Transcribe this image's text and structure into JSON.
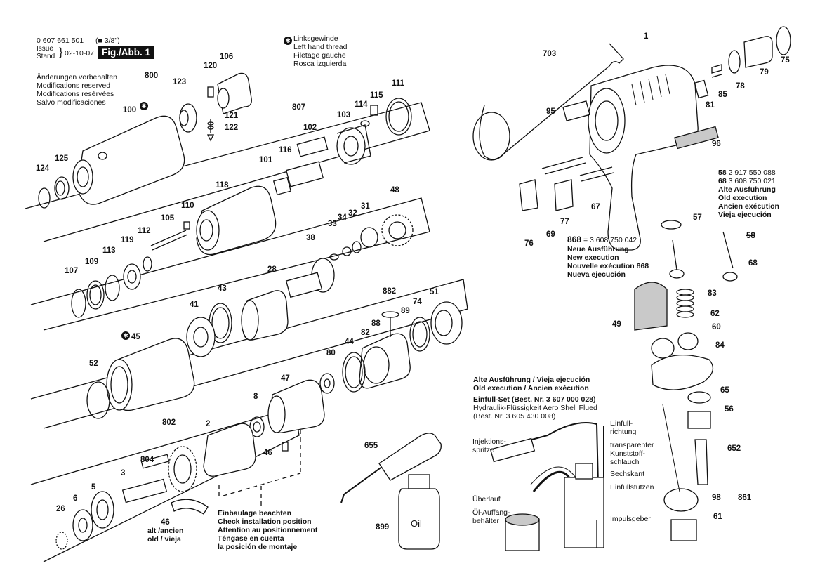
{
  "header": {
    "part_number": "0 607 661 501",
    "drive_size": "(■ 3/8\")",
    "issue_label": "Issue\nStand",
    "issue_date": "02-10-07",
    "fig_label": "Fig./Abb. 1",
    "left_hand_thread_lines": [
      "Linksgewinde",
      "Left hand thread",
      "Filetage gauche",
      "Rosca izquierda"
    ],
    "modification_lines": [
      "Änderungen vorbehalten",
      "Modifications reserved",
      "Modifications resérvées",
      "Salvo modificaciones"
    ]
  },
  "part_numbers": [
    "800",
    "123",
    "120",
    "106",
    "100",
    "121",
    "122",
    "807",
    "102",
    "115",
    "114",
    "103",
    "111",
    "116",
    "101",
    "125",
    "124",
    "118",
    "110",
    "105",
    "112",
    "107",
    "109",
    "113",
    "119",
    "48",
    "31",
    "34",
    "32",
    "33",
    "38",
    "28",
    "43",
    "41",
    "45",
    "52",
    "882",
    "51",
    "88",
    "89",
    "74",
    "82",
    "44",
    "80",
    "47",
    "8",
    "802",
    "2",
    "46",
    "804",
    "3",
    "5",
    "6",
    "26",
    "703",
    "1",
    "95",
    "96",
    "81",
    "85",
    "78",
    "79",
    "75",
    "76",
    "69",
    "77",
    "67",
    "57",
    "58",
    "68",
    "868",
    "83",
    "49",
    "62",
    "60",
    "84",
    "65",
    "56",
    "652",
    "98",
    "861",
    "61",
    "655",
    "899"
  ],
  "alt_labels": {
    "part46_alt": [
      "alt /ancien",
      "old / vieja"
    ]
  },
  "install_note_lines": [
    "Einbaulage beachten",
    "Check installation position",
    "Attention au positionnement",
    "Téngase en cuenta",
    "la posición de montaje"
  ],
  "old_execution_right": {
    "lines": [
      "2 917 550 088",
      "3 608 750 021"
    ],
    "labels": [
      "58",
      "68"
    ],
    "titles": [
      "Alte Ausführung",
      "Old execution",
      "Ancien exécution",
      "Vieja ejecución"
    ]
  },
  "new_execution": {
    "label": "868",
    "code": "= 3 608 750 042",
    "titles": [
      "Neue Ausführung",
      "New execution",
      "Nouvelle exécution 868",
      "Nueva ejecución"
    ]
  },
  "fill_set": {
    "heading1": "Alte Ausführung / Vieja ejecución",
    "heading2": "Old execution / Ancien exécution",
    "set_line": "Einfüll-Set (Best. Nr. 3 607 000 028)",
    "fluid_line1": "Hydraulik-Flüssigkeit Aero Shell Flued",
    "fluid_line2": "(Best. Nr. 3 605 430 008)",
    "labels": {
      "fill_direction": "Einfüll-\nrichtung",
      "syringe": "Injektions-\nspritze",
      "hose": "transparenter\nKunststoff-\nschlauch",
      "hex": "Sechskant",
      "nozzle": "Einfüllstutzen",
      "overflow": "Überlauf",
      "oil_container": "Öl-Auffang-\nbehälter",
      "pulse_unit": "Impulsgeber"
    }
  },
  "oil_label": "Oil",
  "colors": {
    "ink": "#111111",
    "paper": "#ffffff",
    "shade": "#c9c9c9"
  }
}
